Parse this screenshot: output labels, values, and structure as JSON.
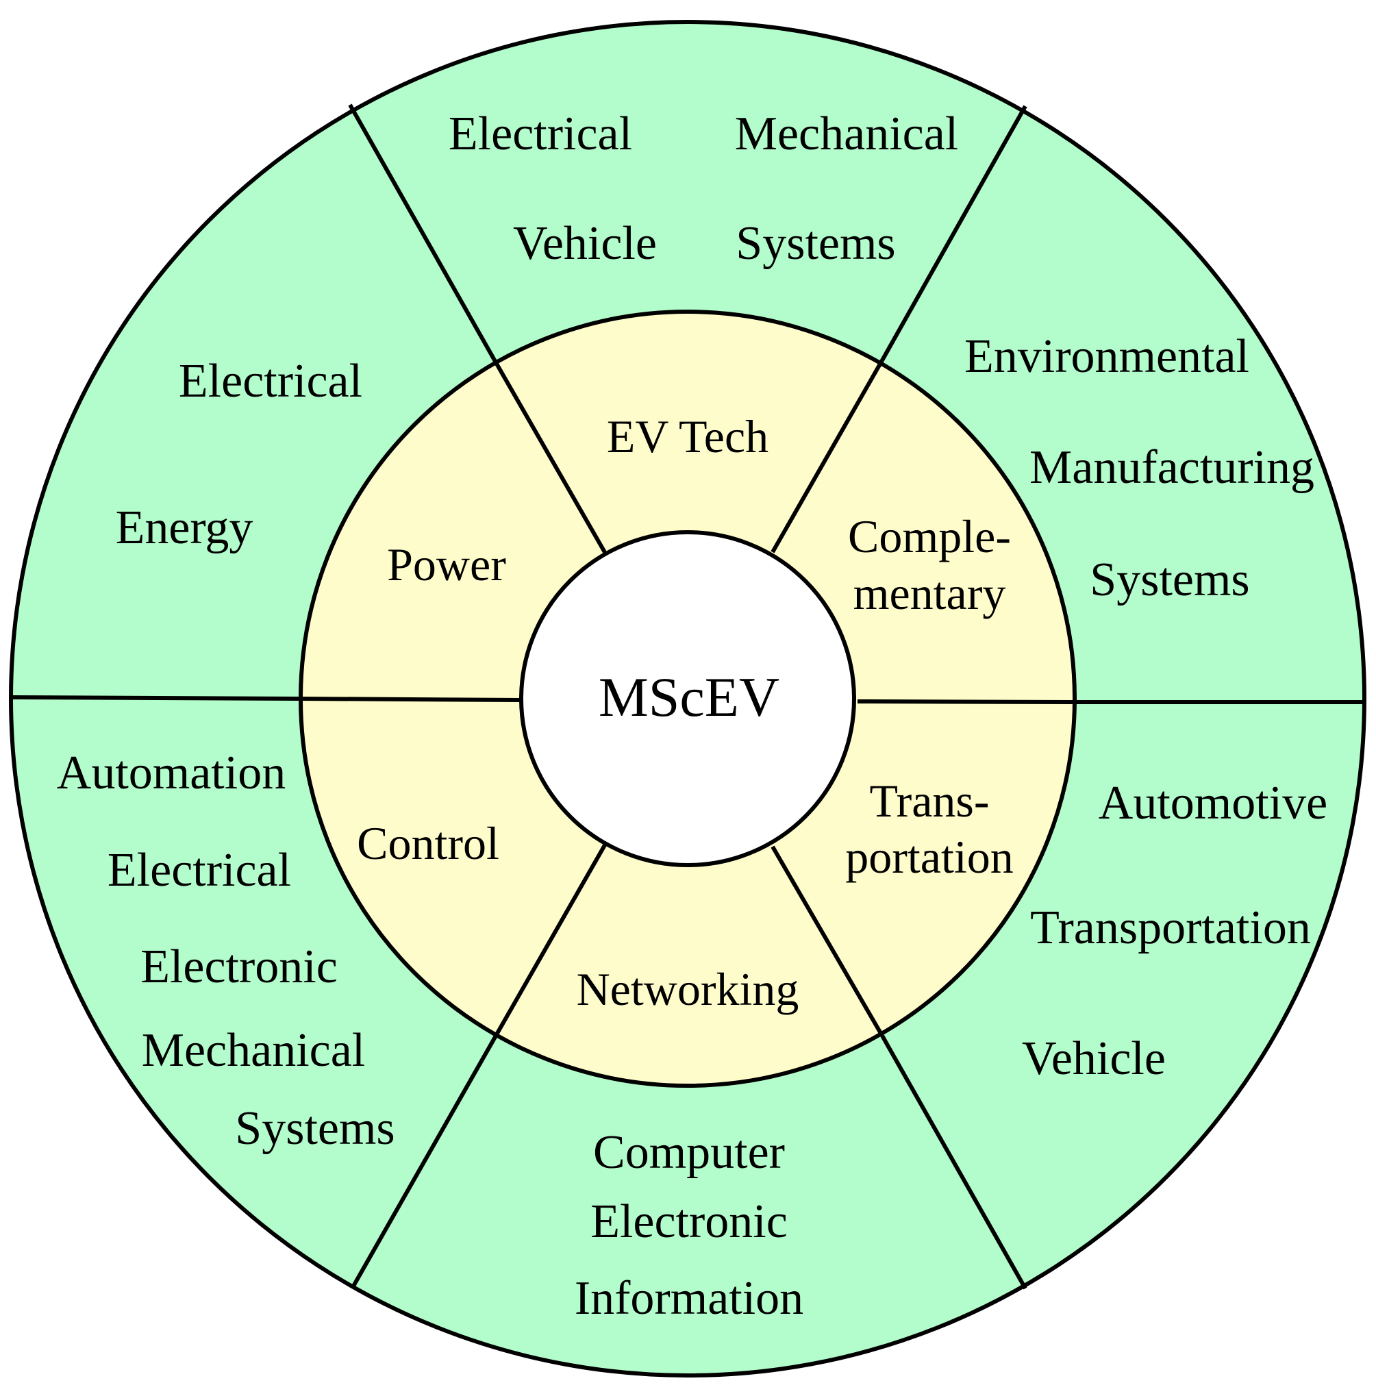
{
  "center": {
    "label": "MScEV"
  },
  "colors": {
    "outer": "#b3fccb",
    "inner": "#fffccb",
    "center": "#ffffff",
    "stroke": "#000000"
  },
  "inner_ring": [
    {
      "lines": [
        "EV Tech"
      ]
    },
    {
      "lines": [
        "Comple-",
        "mentary"
      ]
    },
    {
      "lines": [
        "Trans-",
        "portation"
      ]
    },
    {
      "lines": [
        "Networking"
      ]
    },
    {
      "lines": [
        "Control"
      ]
    },
    {
      "lines": [
        "Power"
      ]
    }
  ],
  "outer_ring": [
    {
      "lines": [
        "Electrical",
        "Mechanical",
        "Vehicle",
        "Systems"
      ]
    },
    {
      "lines": [
        "Environmental",
        "Manufacturing",
        "Systems"
      ]
    },
    {
      "lines": [
        "Automotive",
        "Transportation",
        "Vehicle"
      ]
    },
    {
      "lines": [
        "Computer",
        "Electronic",
        "Information"
      ]
    },
    {
      "lines": [
        "Automation",
        "Electrical",
        "Electronic",
        "Mechanical",
        "Systems"
      ]
    },
    {
      "lines": [
        "Electrical",
        "Energy"
      ]
    }
  ]
}
